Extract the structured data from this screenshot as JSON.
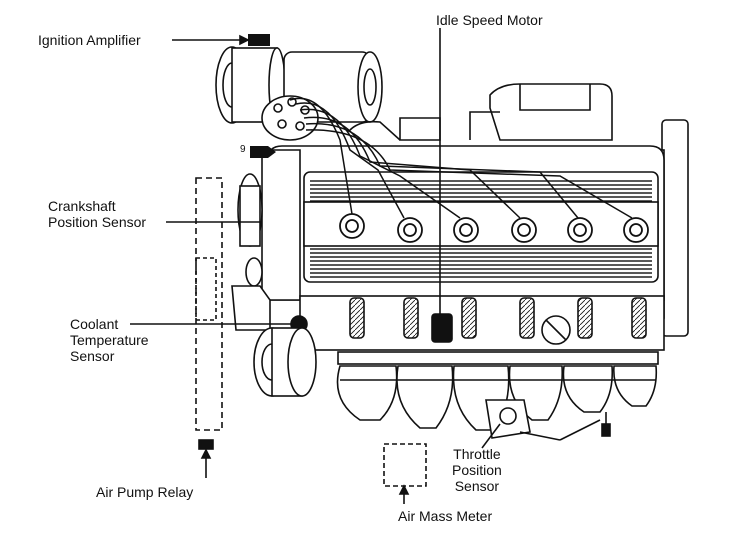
{
  "labels": {
    "ignition_amplifier": "Ignition Amplifier",
    "idle_speed_motor": "Idle Speed Motor",
    "crankshaft_line1": "Crankshaft",
    "crankshaft_line2": "Position Sensor",
    "coolant_line1": "Coolant",
    "coolant_line2": "Temperature",
    "coolant_line3": "Sensor",
    "throttle_line1": "Throttle",
    "throttle_line2": "Position",
    "throttle_line3": "Sensor",
    "air_pump_relay": "Air Pump Relay",
    "air_mass_meter": "Air Mass Meter",
    "small_marker": "9"
  },
  "colors": {
    "ink": "#111111",
    "paper": "#ffffff"
  }
}
